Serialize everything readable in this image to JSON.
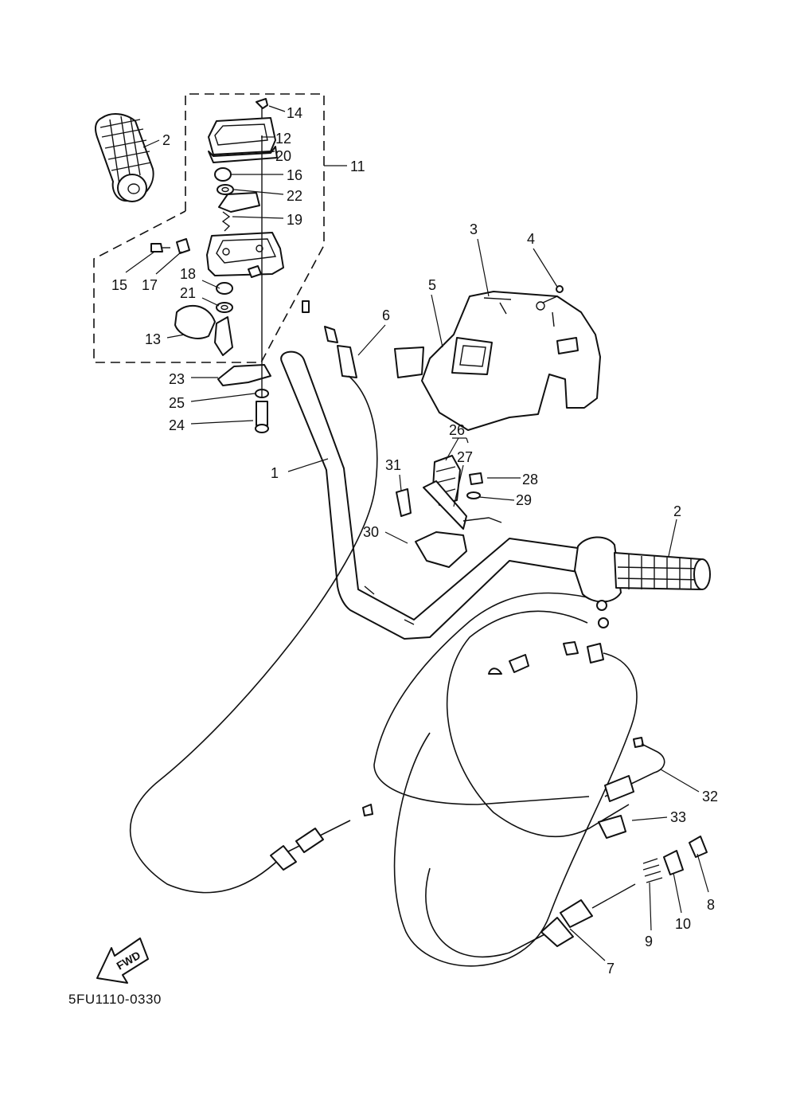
{
  "diagram": {
    "drawing_code": "5FU1110-0330",
    "direction_label": "FWD",
    "callouts": [
      "14",
      "12",
      "20",
      "16",
      "22",
      "19",
      "11",
      "2",
      "15",
      "17",
      "18",
      "21",
      "13",
      "23",
      "25",
      "24",
      "3",
      "4",
      "5",
      "6",
      "1",
      "26",
      "27",
      "31",
      "28",
      "29",
      "30",
      "2",
      "32",
      "33",
      "8",
      "10",
      "9",
      "7"
    ]
  }
}
